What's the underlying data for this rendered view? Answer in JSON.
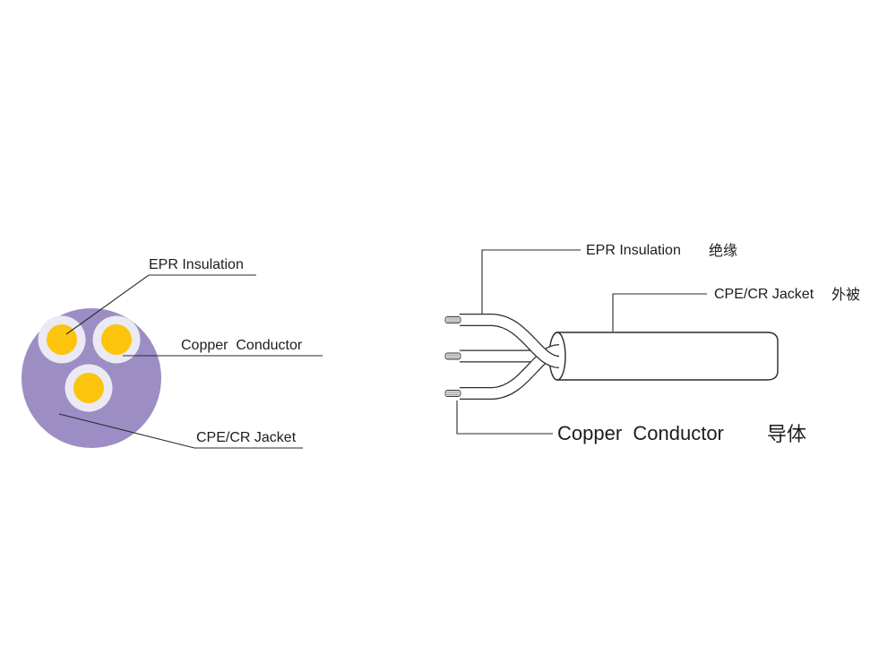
{
  "colors": {
    "jacket_purple": "#9c8ec4",
    "insulation_light": "#ebe9f3",
    "conductor_yellow": "#fcc40d",
    "tip_gray": "#d6d6d6",
    "line_dark": "#2a2a2c"
  },
  "cross_section": {
    "labels": {
      "epr_insulation": "EPR Insulation",
      "copper_conductor": "Copper  Conductor",
      "cpe_cr_jacket": "CPE/CR Jacket"
    }
  },
  "side_view": {
    "labels": {
      "epr_insulation_en": "EPR Insulation",
      "epr_insulation_zh": "绝缘",
      "cpe_cr_jacket_en": "CPE/CR Jacket",
      "cpe_cr_jacket_zh": "外被",
      "copper_conductor_en": "Copper  Conductor",
      "copper_conductor_zh": "导体"
    }
  }
}
